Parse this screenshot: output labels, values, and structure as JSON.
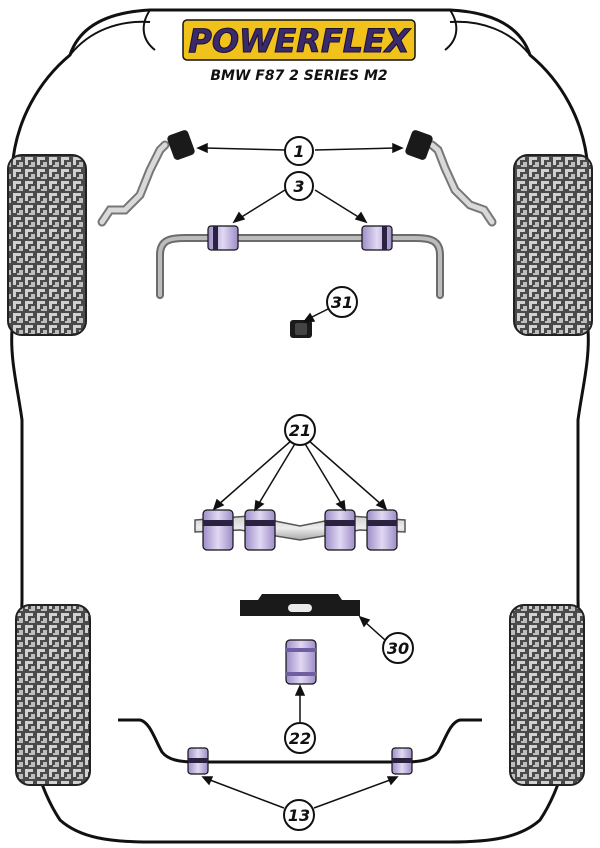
{
  "brand": {
    "logo_text": "POWERFLEX",
    "logo_bg": "#f0c21b",
    "logo_text_color": "#3a2a6c"
  },
  "vehicle": {
    "title": "BMW F87 2 SERIES M2"
  },
  "callouts": [
    {
      "id": "c1",
      "label": "1"
    },
    {
      "id": "c3",
      "label": "3"
    },
    {
      "id": "c31",
      "label": "31"
    },
    {
      "id": "c21",
      "label": "21"
    },
    {
      "id": "c30",
      "label": "30"
    },
    {
      "id": "c22",
      "label": "22"
    },
    {
      "id": "c13",
      "label": "13"
    }
  ],
  "colors": {
    "bush_purple": "#b7a6d8",
    "bush_purple_dark": "#8a78b8",
    "part_grey": "#9a9a9a",
    "part_dark": "#1a1a1a",
    "outline": "#111111"
  }
}
